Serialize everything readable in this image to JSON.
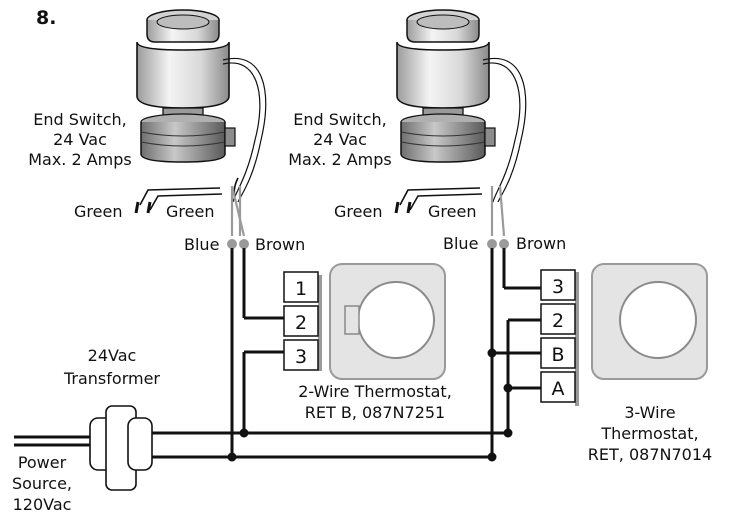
{
  "figure_number": "8.",
  "actuator_left": {
    "label_lines": [
      "End Switch,",
      "24 Vac",
      "Max. 2 Amps"
    ],
    "green_wire_a": "Green",
    "green_wire_b": "Green",
    "blue_wire": "Blue",
    "brown_wire": "Brown"
  },
  "actuator_right": {
    "label_lines": [
      "End Switch,",
      "24 Vac",
      "Max. 2 Amps"
    ],
    "green_wire_a": "Green",
    "green_wire_b": "Green",
    "blue_wire": "Blue",
    "brown_wire": "Brown"
  },
  "thermostat_2wire": {
    "terminals": [
      "1",
      "2",
      "3"
    ],
    "label_lines": [
      "2-Wire Thermostat,",
      "RET B, 087N7251"
    ]
  },
  "thermostat_3wire": {
    "terminals": [
      "3",
      "2",
      "B",
      "A"
    ],
    "label_lines": [
      "3-Wire",
      "Thermostat,",
      "RET, 087N7014"
    ]
  },
  "transformer": {
    "label_lines": [
      "24Vac",
      "Transformer"
    ]
  },
  "power_source": {
    "label_lines": [
      "Power",
      "Source,",
      "120Vac"
    ]
  },
  "colors": {
    "wire": "#111111",
    "thermostat_body": "#e4e4e4",
    "actuator_body": "#ececec",
    "lead_wire": "#9a9a9a"
  }
}
